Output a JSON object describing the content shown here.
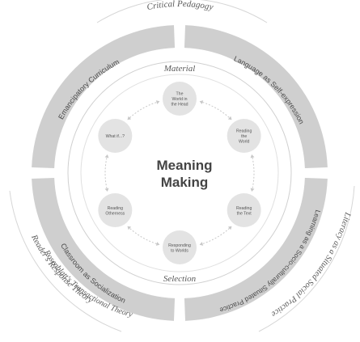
{
  "outer_labels": {
    "top": "Critical Pedagogy",
    "right": "Literacy as a Situated Social Practice",
    "left": "Reader's Response Theory",
    "left_secondary": "Rosenblatt's Transactional Theory"
  },
  "segments": {
    "top_left": "Emancipatory Curriculum",
    "top_right": "Language as Self-expression",
    "bottom_right": "Learning as a Socio-culturally Situated Practice",
    "bottom_left": "Classroom as Socialization"
  },
  "axis_labels": {
    "top": "Material",
    "bottom": "Selection"
  },
  "center": {
    "line1": "Meaning",
    "line2": "Making"
  },
  "nodes": [
    {
      "lines": [
        "The",
        "World in",
        "the Head"
      ]
    },
    {
      "lines": [
        "Reading",
        "the",
        "World"
      ]
    },
    {
      "lines": [
        "Reading",
        "the Text"
      ]
    },
    {
      "lines": [
        "Responding",
        "to Worlds"
      ]
    },
    {
      "lines": [
        "Reading",
        "Otherness"
      ]
    },
    {
      "lines": [
        "What if...?"
      ]
    }
  ],
  "colors": {
    "band": "#cfcfcf",
    "band_dark": "#bdbdbd",
    "node": "#e3e3e3",
    "line": "#c8c8c8"
  }
}
